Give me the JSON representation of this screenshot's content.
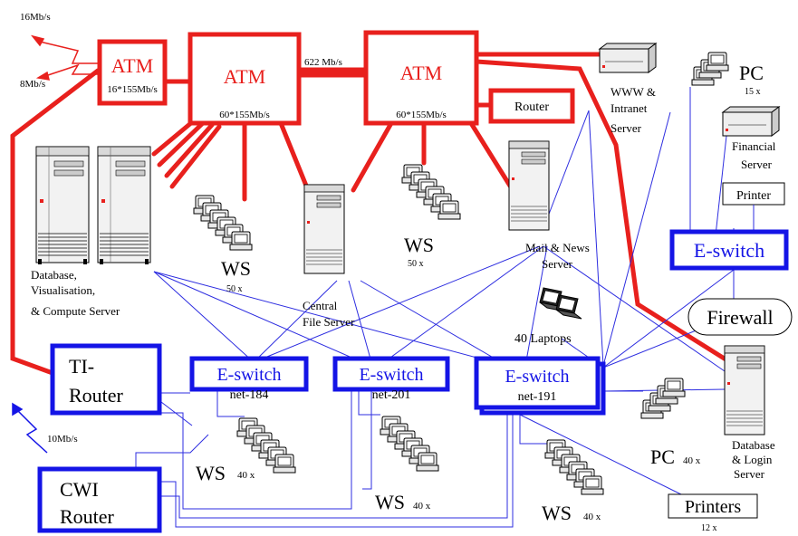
{
  "links": {
    "wan_16": "16Mb/s",
    "wan_8": "8Mb/s",
    "atm_trunk": "622 Mb/s",
    "ti_uplink": "10Mb/s"
  },
  "atm": {
    "edge": {
      "label": "ATM",
      "capacity": "16*155Mb/s"
    },
    "core1": {
      "label": "ATM",
      "capacity": "60*155Mb/s"
    },
    "core2": {
      "label": "ATM",
      "capacity": "60*155Mb/s"
    }
  },
  "router": {
    "label": "Router"
  },
  "servers": {
    "www": [
      "WWW &",
      "Intranet",
      "Server"
    ],
    "financial": [
      "Financial",
      "Server"
    ],
    "mail": [
      "Mail & News",
      "Server"
    ],
    "database": [
      "Database,",
      "Visualisation,",
      "& Compute Server"
    ],
    "central": [
      "Central",
      "File Server"
    ],
    "dblogin": [
      "Database",
      "& Login",
      "Server"
    ]
  },
  "pc_top": {
    "label": "PC",
    "count": "15 x"
  },
  "printer": {
    "label": "Printer"
  },
  "eswitch_fw": {
    "label": "E-switch"
  },
  "firewall": {
    "label": "Firewall"
  },
  "laptops": {
    "label": "40 Laptops"
  },
  "ws_groups": {
    "ws_left": {
      "label": "WS",
      "count": "50 x"
    },
    "ws_mid": {
      "label": "WS",
      "count": "50 x"
    },
    "ws_184": {
      "label": "WS",
      "count": "40 x"
    },
    "ws_201": {
      "label": "WS",
      "count": "40 x"
    },
    "ws_191": {
      "label": "WS",
      "count": "40 x"
    }
  },
  "pc_bottom": {
    "label": "PC",
    "count": "40 x"
  },
  "printers": {
    "label": "Printers",
    "count": "12 x"
  },
  "routers": {
    "ti": [
      "TI-",
      "Router"
    ],
    "cwi": [
      "CWI",
      "Router"
    ]
  },
  "eswitches": [
    {
      "label": "E-switch",
      "net": "net-184"
    },
    {
      "label": "E-switch",
      "net": "net-201"
    },
    {
      "label": "E-switch",
      "net": "net-191"
    }
  ],
  "colors": {
    "atm_red": "#e8201d",
    "switch_blue": "#1414e6",
    "link_blue": "#2d2de0"
  }
}
